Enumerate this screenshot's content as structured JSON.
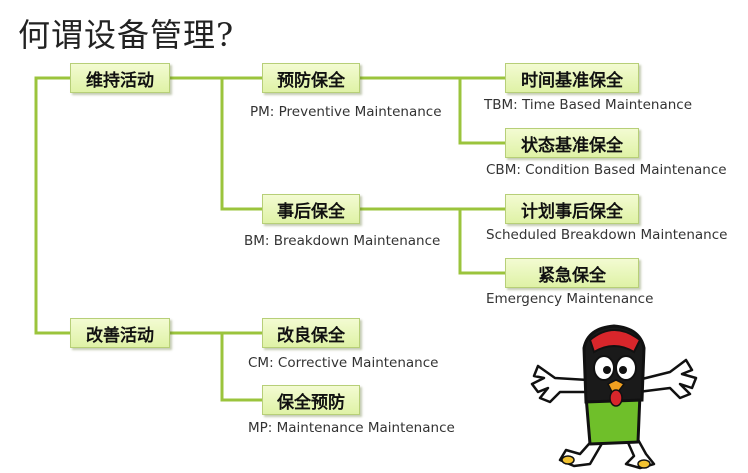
{
  "title": "何谓设备管理?",
  "nodes": {
    "maintain": "维持活动",
    "improve": "改善活动",
    "pm": "预防保全",
    "bm": "事后保全",
    "tbm": "时间基准保全",
    "cbm": "状态基准保全",
    "sbm": "计划事后保全",
    "em": "紧急保全",
    "cm": "改良保全",
    "mp": "保全预防"
  },
  "notes": {
    "pm": "PM: Preventive Maintenance",
    "bm": "BM: Breakdown Maintenance",
    "tbm": "TBM: Time Based Maintenance",
    "cbm": "CBM: Condition Based Maintenance",
    "sbm": "Scheduled Breakdown Maintenance",
    "em": "Emergency Maintenance",
    "cm": "CM: Corrective Maintenance",
    "mp": "MP: Maintenance Maintenance"
  },
  "colors": {
    "connector": "#9bc43c",
    "box_fill": "#e6f5b4",
    "box_border": "#b7cf78"
  }
}
